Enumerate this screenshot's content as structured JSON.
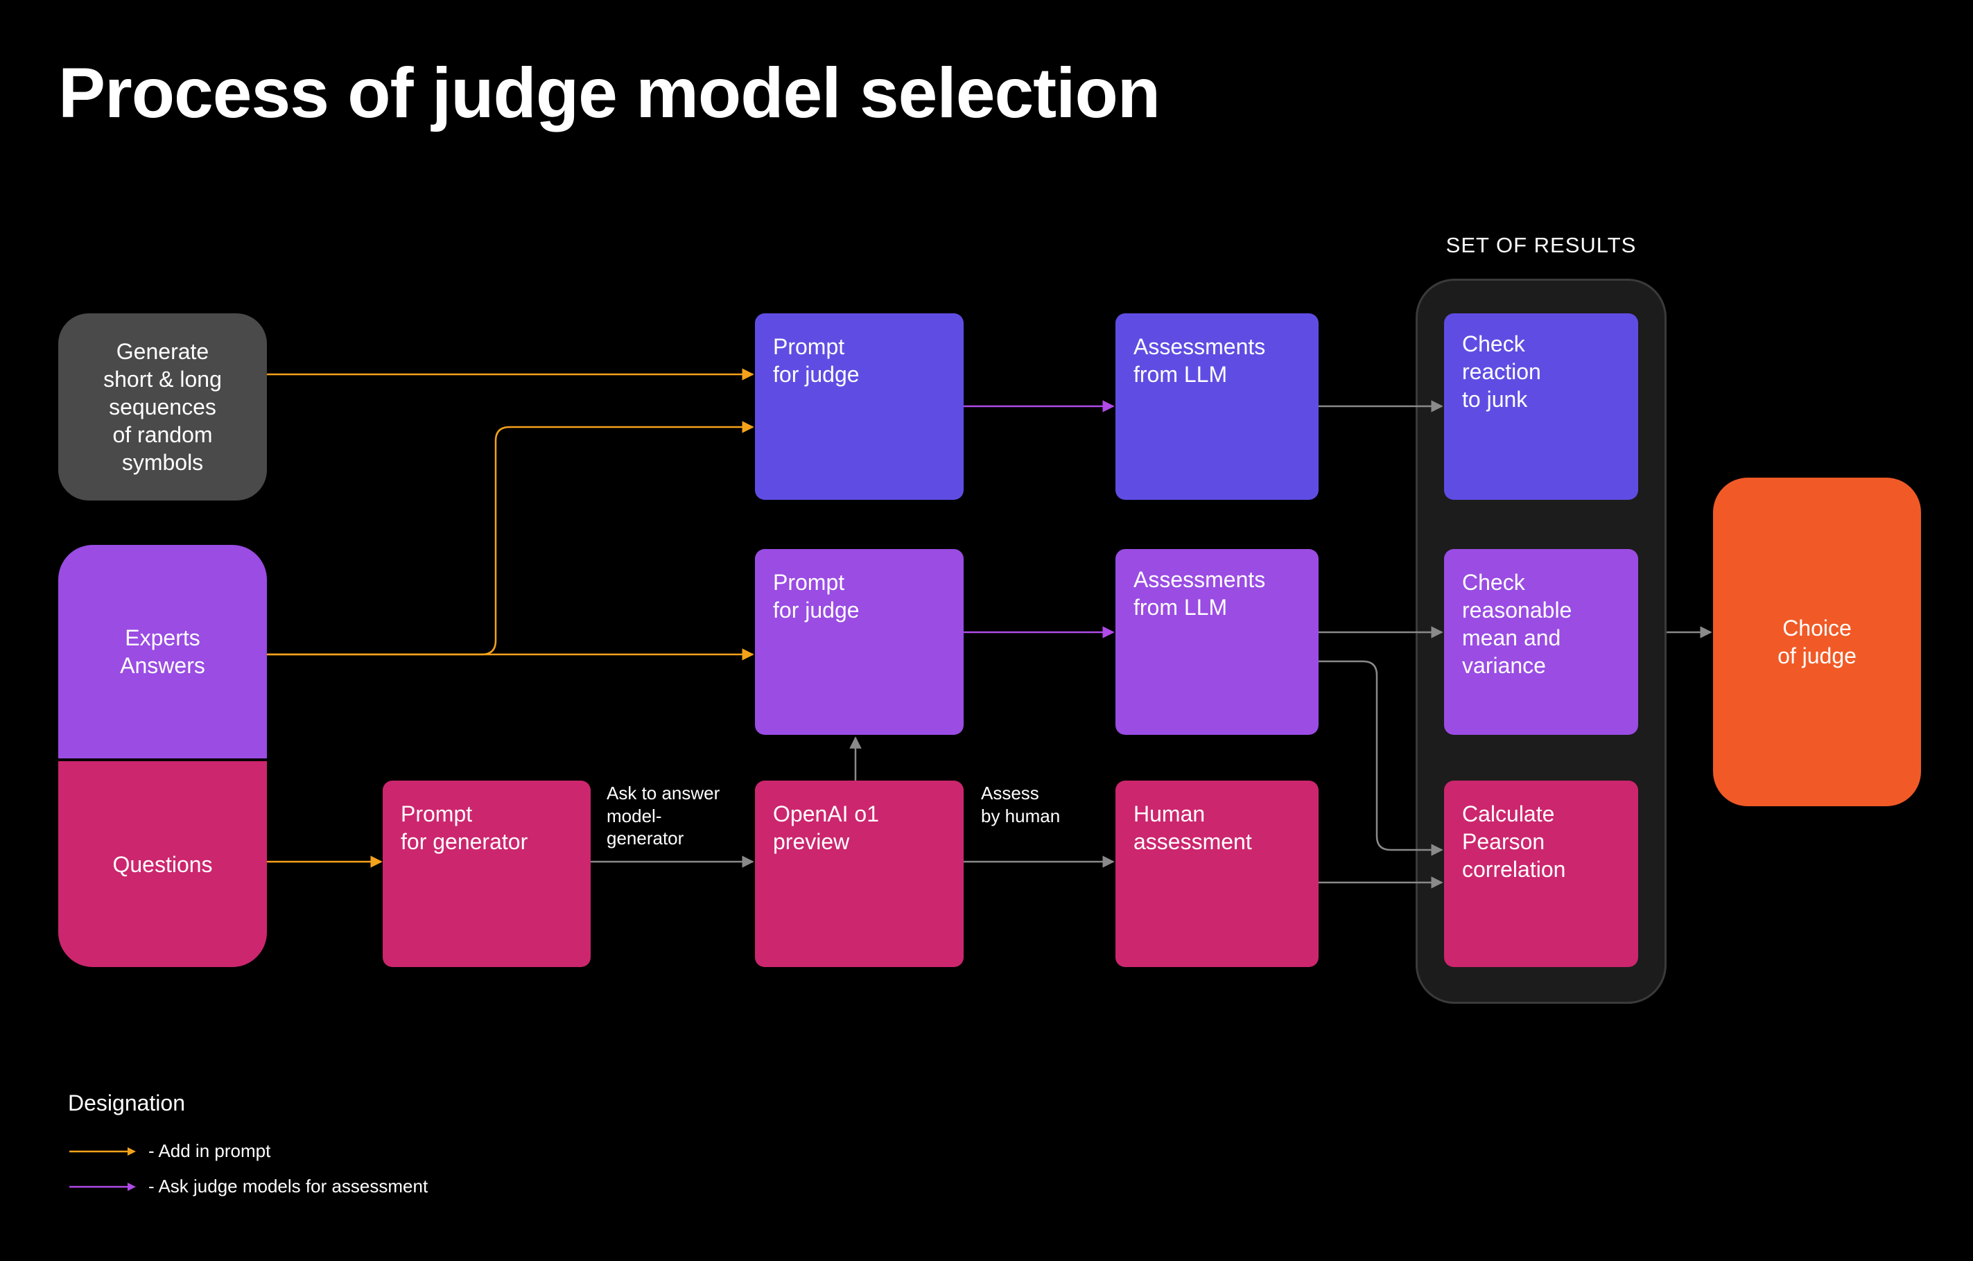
{
  "title": "Process of judge model selection",
  "group_label": "SET OF RESULTS",
  "colors": {
    "background": "#000000",
    "gray_box": "#4a4a4a",
    "blue": "#5f4de3",
    "violet": "#9a4ce3",
    "magenta": "#cc266e",
    "orange": "#f15a26",
    "arrow_orange": "#f5a21b",
    "arrow_purple": "#b04ae8",
    "arrow_gray": "#8a8a8a"
  },
  "nodes": {
    "generate": "Generate\nshort & long\nsequences\nof random\nsymbols",
    "experts": "Experts\nAnswers",
    "questions": "Questions",
    "prompt_judge_1": "Prompt\nfor judge",
    "prompt_judge_2": "Prompt\nfor judge",
    "prompt_generator": "Prompt\nfor generator",
    "openai": "OpenAI o1\npreview",
    "assess_llm_1": "Assessments\nfrom LLM",
    "assess_llm_2": "Assessments\nfrom LLM",
    "human": "Human\nassessment",
    "check_junk": "Check\nreaction\nto junk",
    "check_mean": "Check\nreasonable\nmean and\nvariance",
    "pearson": "Calculate\nPearson\ncorrelation",
    "choice": "Choice\nof judge"
  },
  "edge_labels": {
    "ask_generator": "Ask to answer\nmodel-\ngenerator",
    "assess_human": "Assess\nby human"
  },
  "legend": {
    "title": "Designation",
    "items": [
      {
        "label": "- Add in prompt",
        "color": "#f5a21b"
      },
      {
        "label": "- Ask judge models for assessment",
        "color": "#b04ae8"
      }
    ]
  }
}
